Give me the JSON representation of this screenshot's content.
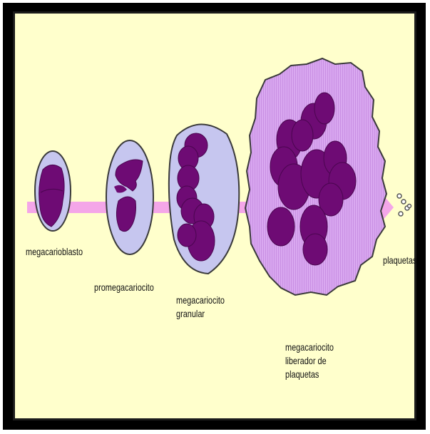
{
  "colors": {
    "background": "#ffffcc",
    "frame": "#000000",
    "arrow": "#f4a6e8",
    "cytoplasm_light": "#c6c6ef",
    "cytoplasm_mature": "#d7a6ef",
    "nucleus": "#6e0b74",
    "cell_outline": "#3a3a3a"
  },
  "stages": [
    {
      "label": "megacarioblasto"
    },
    {
      "label": "promegacariocito"
    },
    {
      "label": "megacariocito\ngranular"
    },
    {
      "label": "megacariocito\nliberador de\nplaquetas"
    },
    {
      "label": "plaquetas"
    }
  ]
}
